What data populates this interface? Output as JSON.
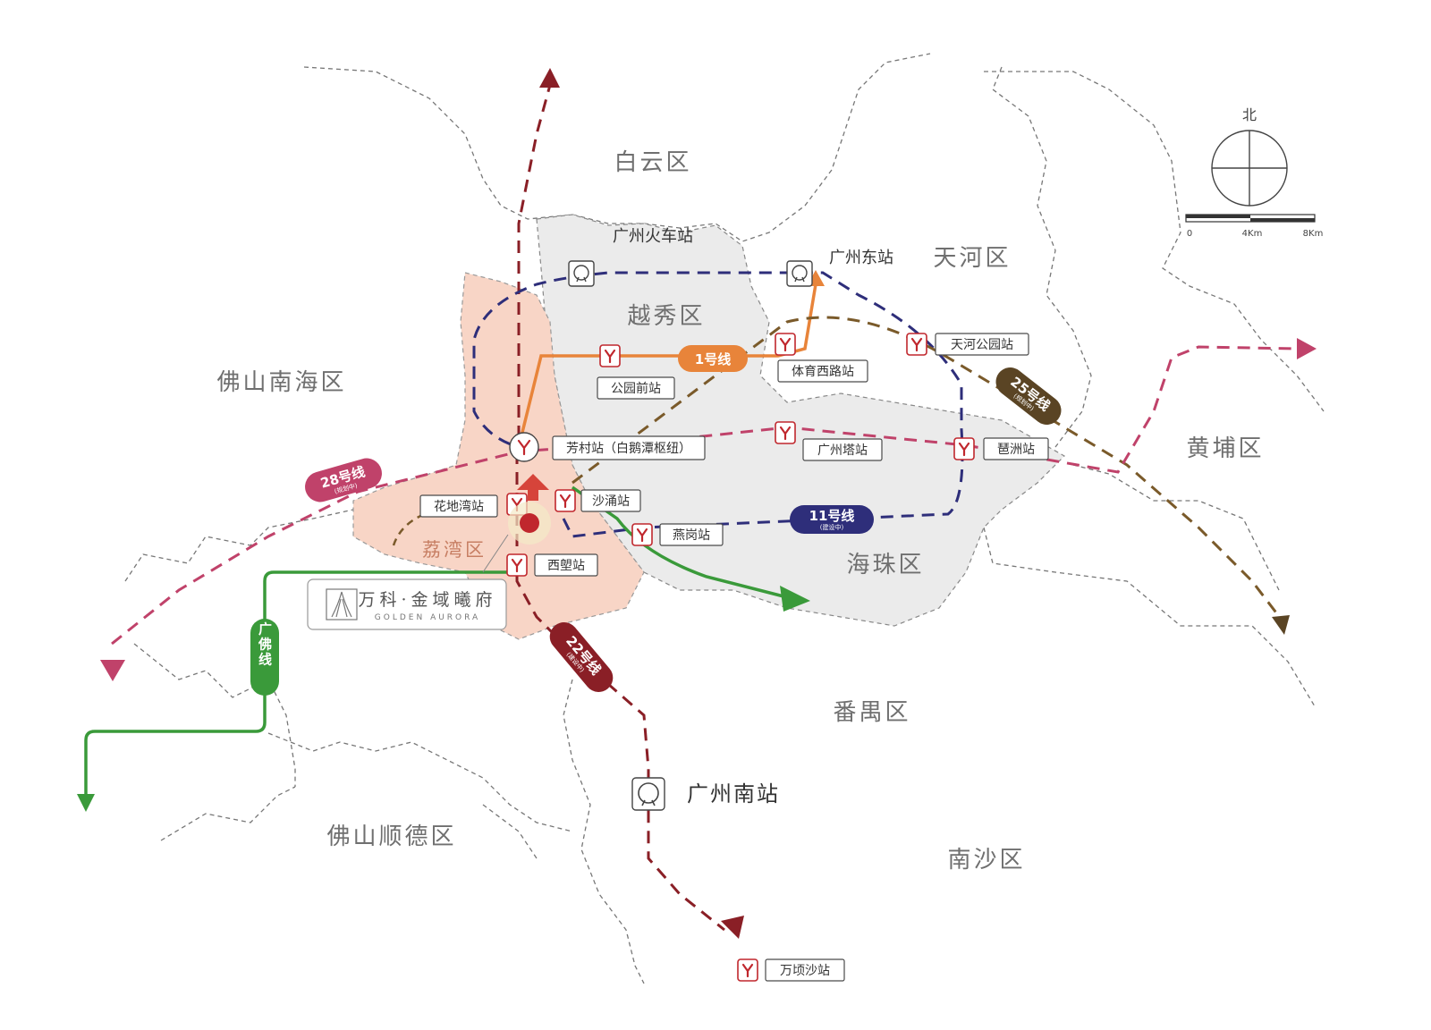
{
  "districts": {
    "baiyun": "白云区",
    "tianhe": "天河区",
    "yuexiu": "越秀区",
    "foshan_nanhai": "佛山南海区",
    "huangpu": "黄埔区",
    "liwan": "荔湾区",
    "haizhu": "海珠区",
    "panyu": "番禺区",
    "foshan_shunde": "佛山顺德区",
    "nansha": "南沙区"
  },
  "stations": {
    "guangzhou_railway": "广州火车站",
    "guangzhou_east": "广州东站",
    "tianhe_park": "天河公园站",
    "tiyu_xilu": "体育西路站",
    "gongyuanqian": "公园前站",
    "fangcun": "芳村站（白鹅潭枢纽）",
    "canton_tower": "广州塔站",
    "pazhou": "琶洲站",
    "huadiwan": "花地湾站",
    "shayong": "沙涌站",
    "yangang": "燕岗站",
    "xilang": "西塱站",
    "guangzhou_south": "广州南站",
    "wanqingsha": "万顷沙站"
  },
  "lines": {
    "line1": {
      "label": "1号线",
      "color": "#e8843a"
    },
    "line11": {
      "label": "11号线",
      "sub": "(建设中)",
      "color": "#2e2e7a"
    },
    "line22": {
      "label": "22号线",
      "sub": "(建设中)",
      "color": "#8a1f26"
    },
    "line25": {
      "label": "25号线",
      "sub": "(规划中)",
      "color": "#5a4424"
    },
    "line28": {
      "label": "28号线",
      "sub": "(规划中)",
      "color": "#c0426a"
    },
    "guangfo": {
      "label": "广佛线",
      "color": "#3a9a3a"
    }
  },
  "project": {
    "name_cn": "万科·金域曦府",
    "name_en": "GOLDEN AURORA"
  },
  "compass": {
    "north": "北"
  },
  "scale": {
    "labels": [
      "0",
      "4Km",
      "8Km"
    ]
  }
}
